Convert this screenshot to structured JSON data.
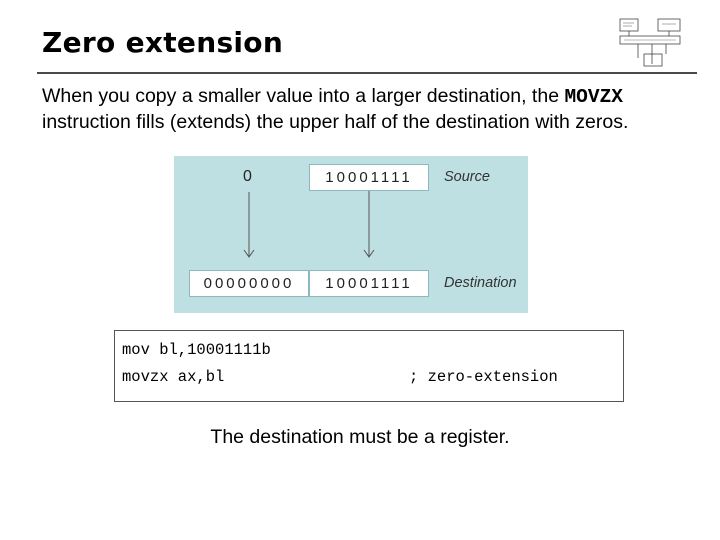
{
  "slide": {
    "title": "Zero extension",
    "intro_before": "When you copy a smaller value into a larger destination, the ",
    "intro_keyword": "MOVZX",
    "intro_after": " instruction fills (extends) the upper half of the destination with zeros."
  },
  "diagram": {
    "zero_label": "0",
    "source_value": "10001111",
    "source_label": "Source",
    "dest_high": "00000000",
    "dest_low": "10001111",
    "dest_label": "Destination"
  },
  "code": {
    "line1": "mov bl,10001111b",
    "line2_instruction": "movzx ax,bl",
    "line2_comment": "; zero-extension"
  },
  "footer": "The destination must be a register."
}
